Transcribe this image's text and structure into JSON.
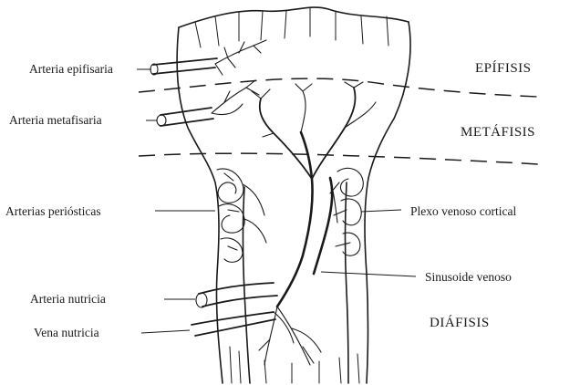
{
  "labels": {
    "arteria_epifisaria": "Arteria epifisaria",
    "arteria_metafisaria": "Arteria metafisaria",
    "arterias_periosticas": "Arterias periósticas",
    "arteria_nutricia": "Arteria nutricia",
    "vena_nutricia": "Vena nutricia",
    "plexo_venoso_cortical": "Plexo venoso cortical",
    "sinusoide_venoso": "Sinusoide venoso"
  },
  "regions": {
    "epifisis": "EPÍFISIS",
    "metafisis": "METÁFISIS",
    "diafisis": "DIÁFISIS"
  },
  "colors": {
    "ink": "#1a1a1a",
    "background": "#ffffff"
  }
}
